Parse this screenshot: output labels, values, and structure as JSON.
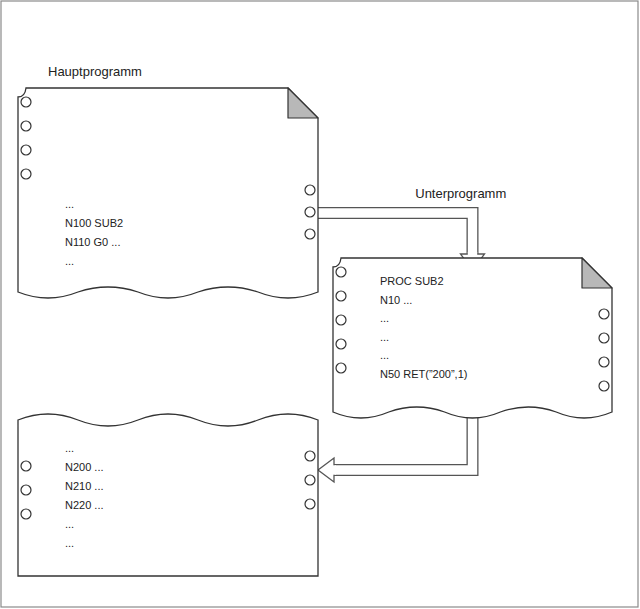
{
  "diagram": {
    "nodes": [
      {
        "text": [
          "Hauptprogramm",
          "...",
          "N100 SUB2",
          "N110 G0 ...",
          "..."
        ]
      },
      {
        "text": [
          "PROC SUB2",
          "N10 ...",
          "...",
          "...",
          "...",
          "N50 RET(”200”,1)"
        ]
      },
      {
        "text": [
          "...",
          "N200 ...",
          "N210 ...",
          "N220 ..."
        ]
      }
    ],
    "edges": [
      {
        "from": 0,
        "to": 1,
        "arrow": "to",
        "label": "Unterprogramm"
      },
      {
        "from": 1,
        "to": 2,
        "arrow": "to"
      }
    ],
    "labels": [
      "...",
      "..."
    ]
  }
}
